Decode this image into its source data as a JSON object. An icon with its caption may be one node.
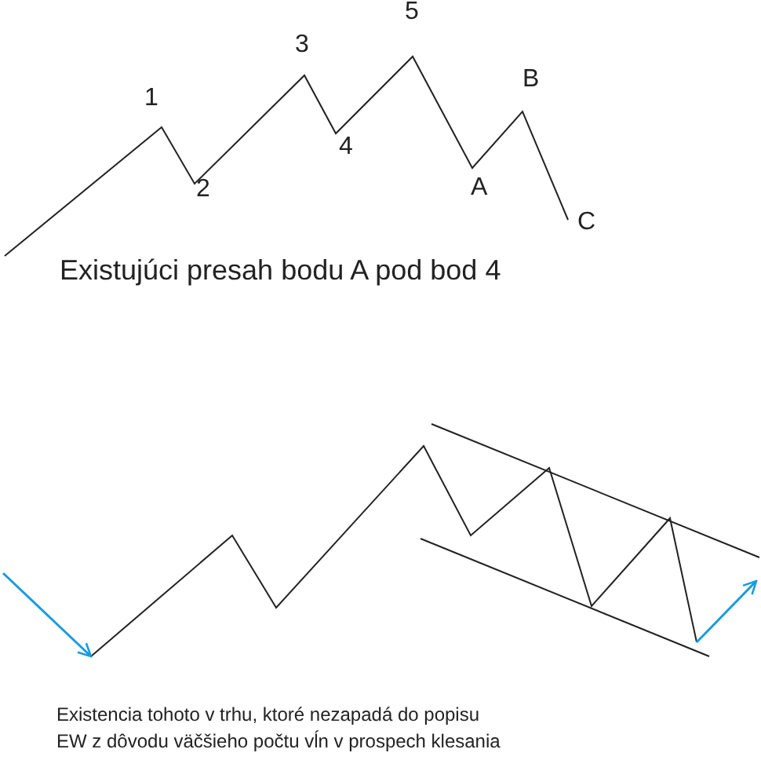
{
  "diagram": {
    "labels": [
      "1",
      "2",
      "3",
      "4",
      "5",
      "A",
      "B",
      "C",
      "Existujúci presah bodu A pod bod 4",
      "Existencia tohoto v trhu, ktoré nezapadá do popisu EW z dôvodu väčšieho počtu vĺn v prospech klesania"
    ]
  }
}
